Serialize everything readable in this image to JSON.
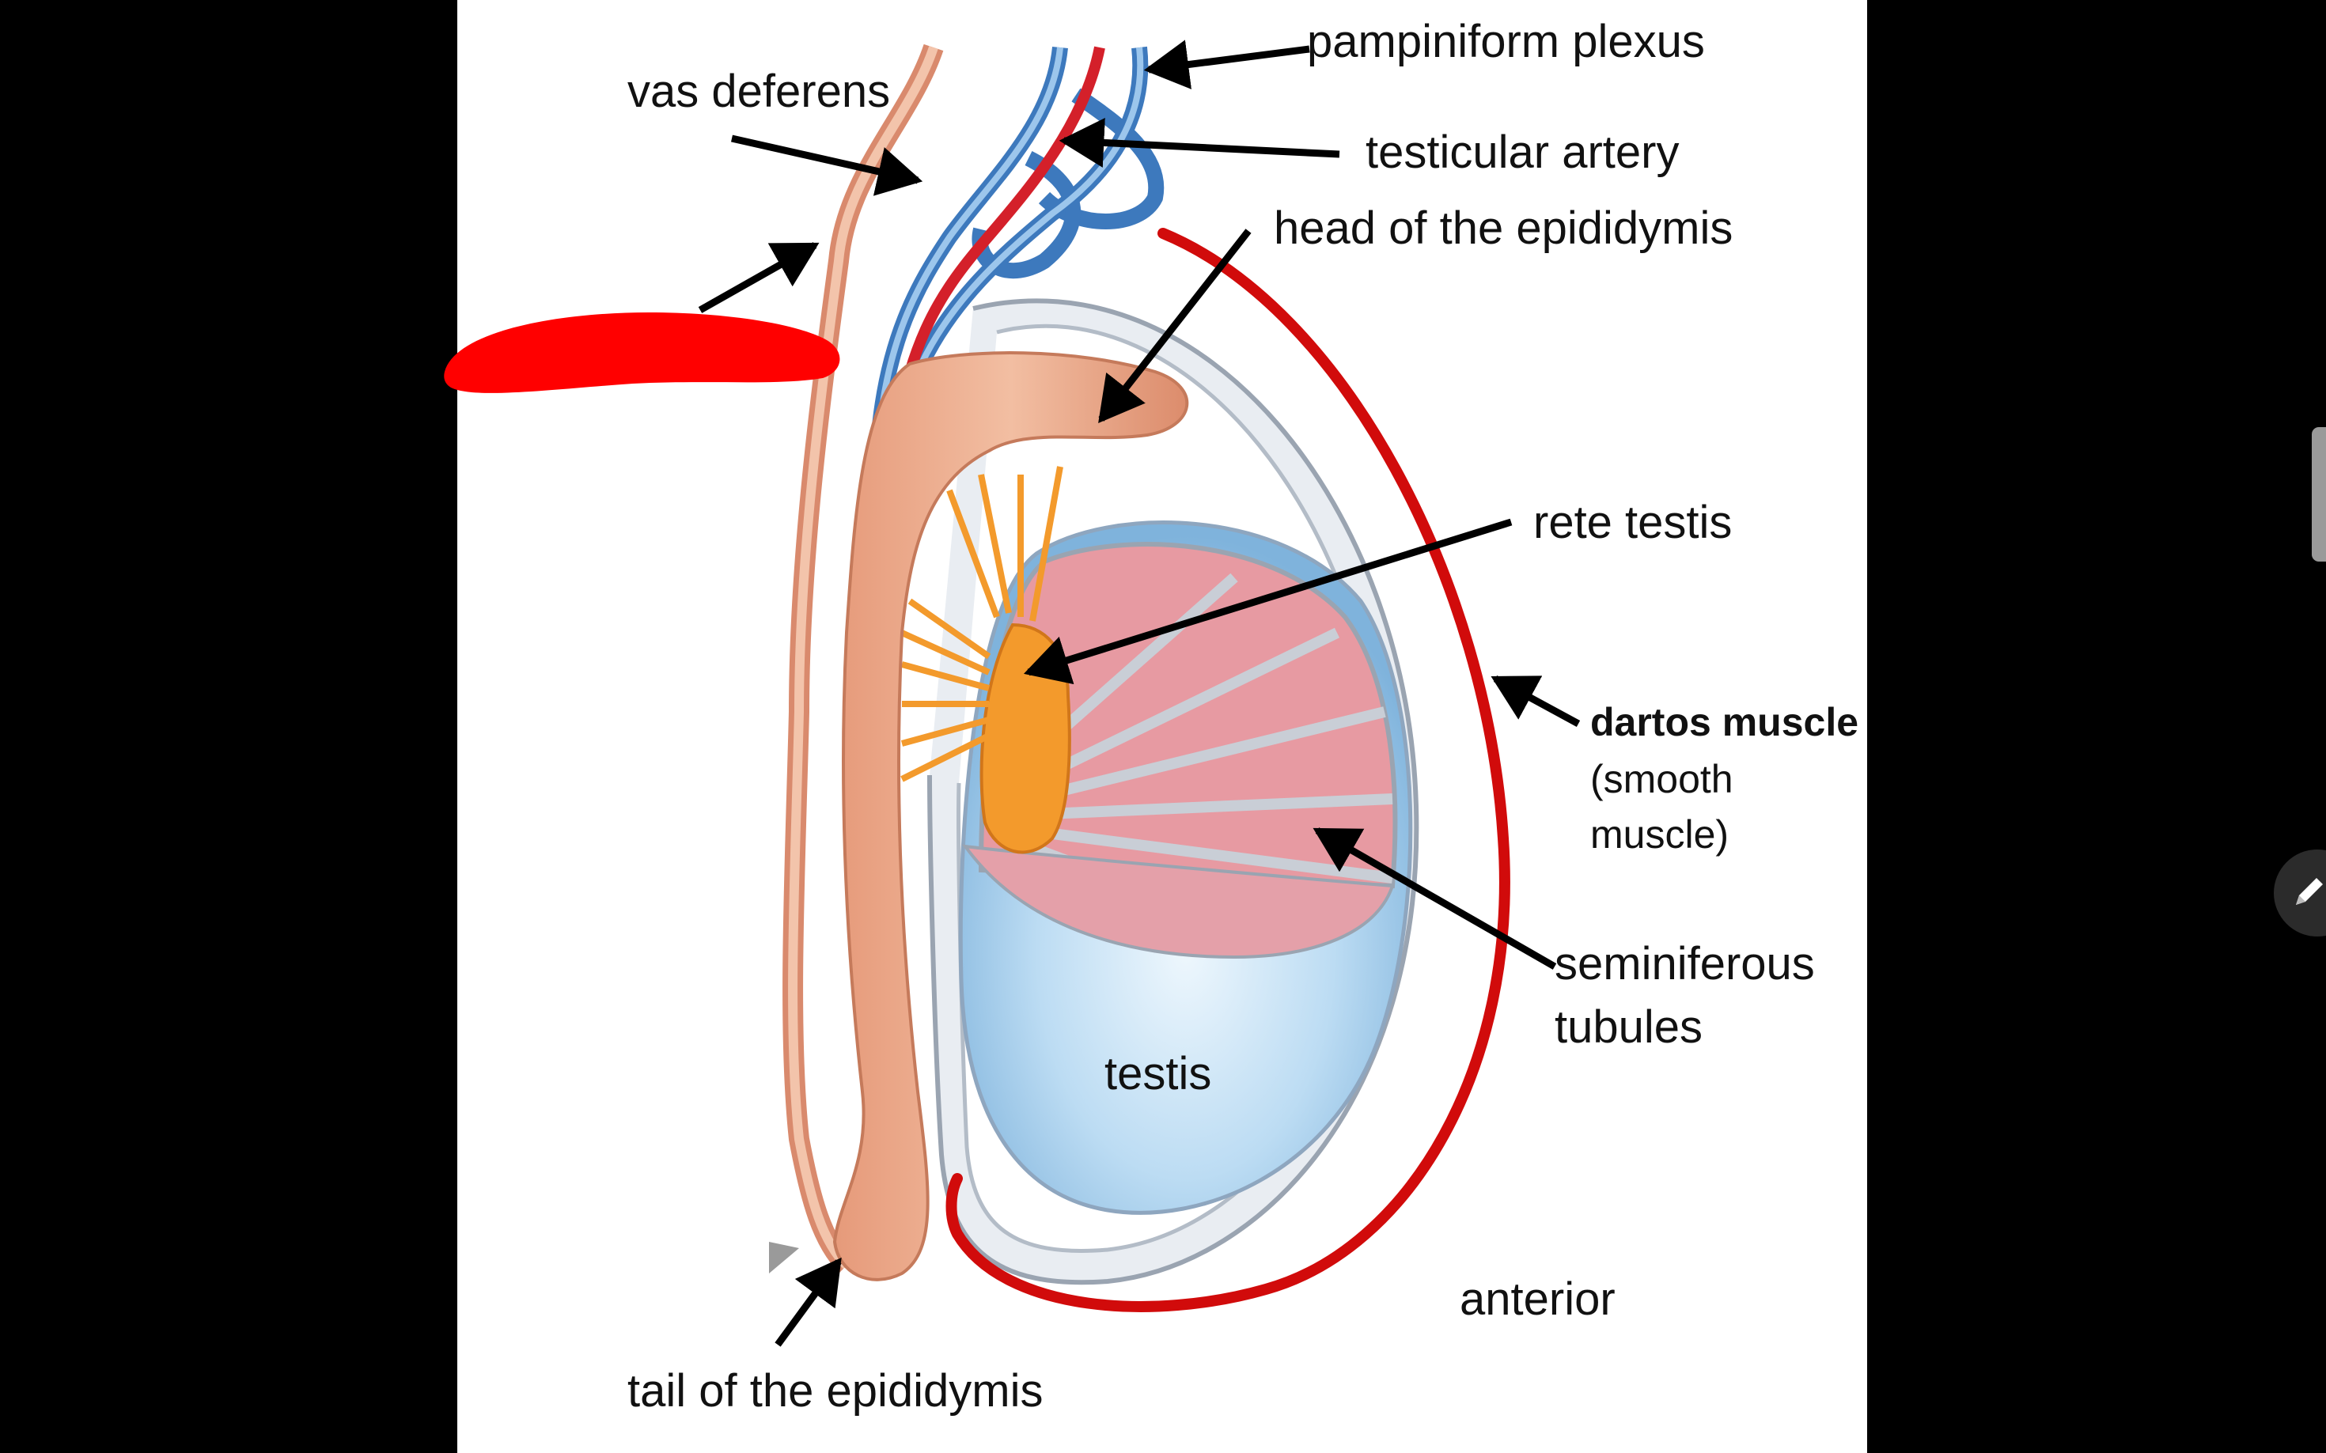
{
  "diagram": {
    "labels": {
      "pampiniform_plexus": "pampiniform plexus",
      "vas_deferens": "vas deferens",
      "testicular_artery": "testicular artery",
      "head_of_epididymis": "head of the epididymis",
      "rete_testis": "rete testis",
      "dartos_muscle": "dartos muscle",
      "smooth_line1": "(smooth",
      "smooth_line2": "muscle)",
      "seminiferous_line1": "seminiferous",
      "seminiferous_line2": "tubules",
      "testis": "testis",
      "anterior": "anterior",
      "tail_of_epididymis": "tail of the epididymis"
    },
    "colors": {
      "background": "#000000",
      "canvas": "#ffffff",
      "dartos_line": "#d10b0b",
      "redaction": "#ff0000",
      "artery": "#d4202a",
      "vein": "#4f8fd1",
      "epididymis": "#eba888",
      "rete": "#f39a2c",
      "tubules": "#e79aa2",
      "testis": "#bcdcf3",
      "arrow": "#000000"
    },
    "icons": {
      "pen": "pen-icon"
    }
  }
}
